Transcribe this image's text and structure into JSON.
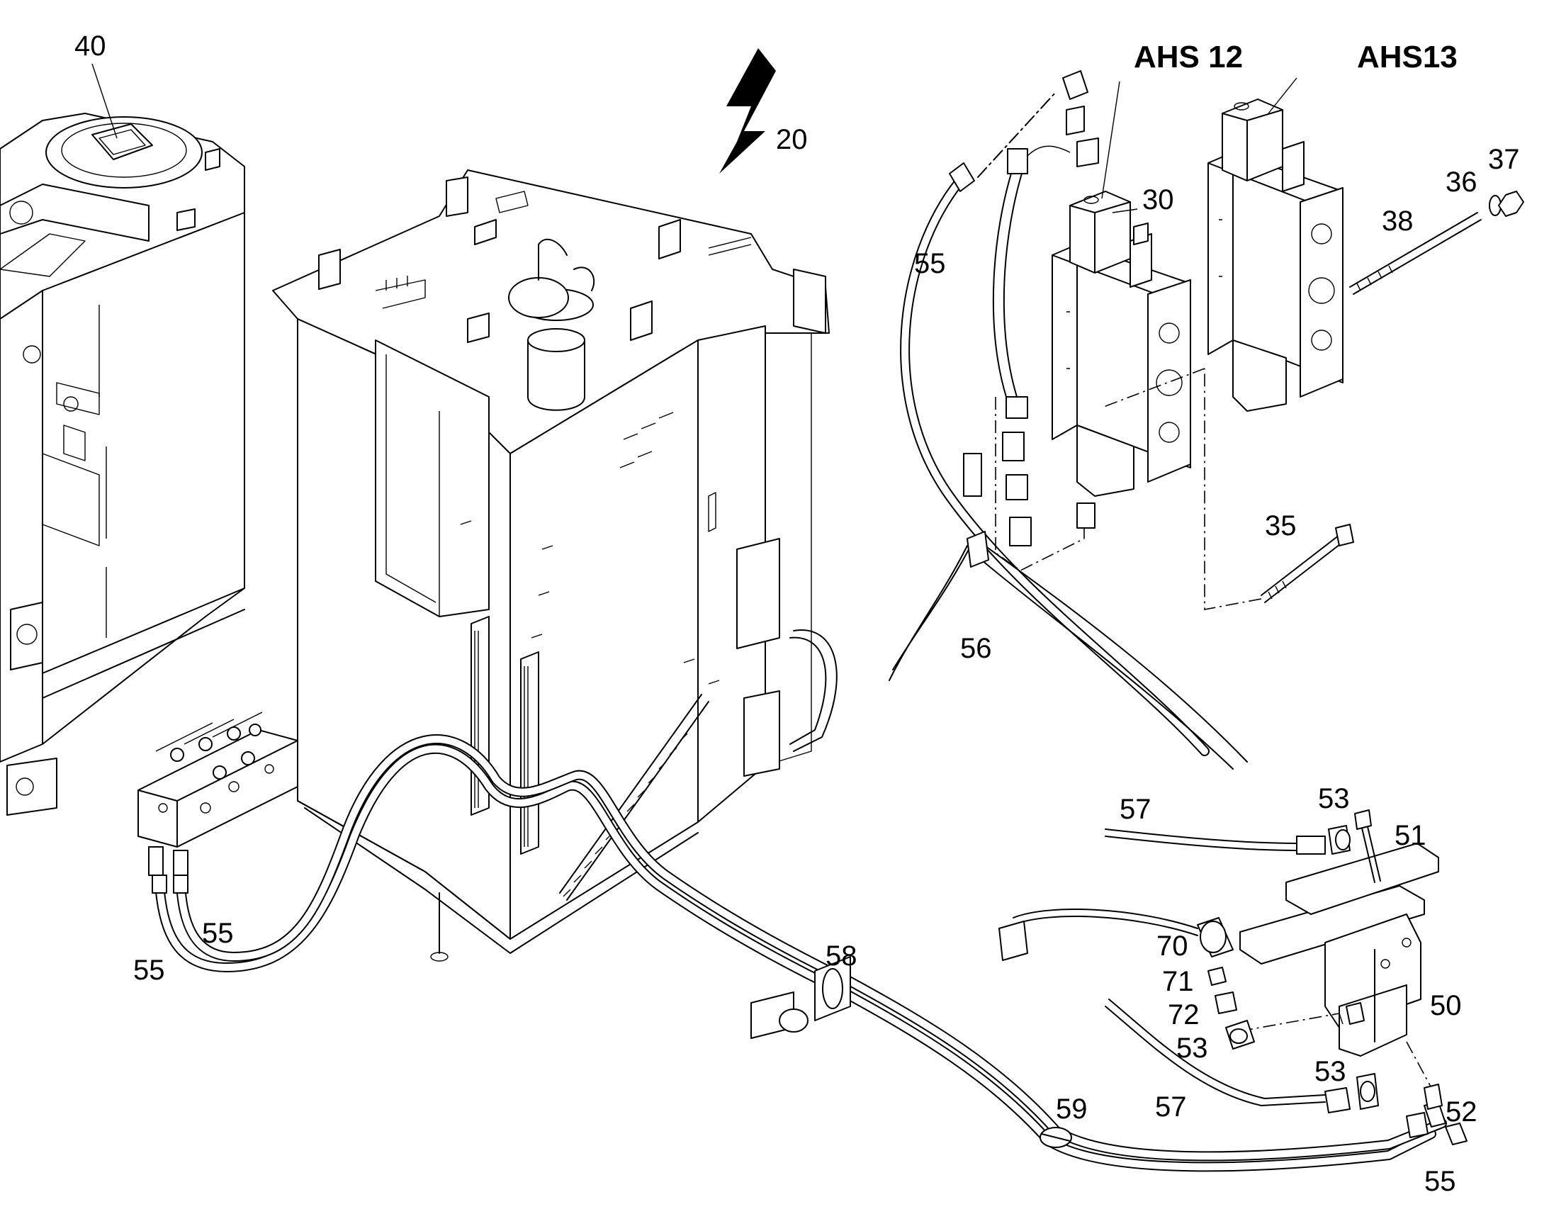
{
  "diagram": {
    "callouts": {
      "c40": "40",
      "c20": "20",
      "c55a": "55",
      "c55b": "55",
      "c55c": "55",
      "c55d": "55",
      "c56": "56",
      "c57a": "57",
      "c57b": "57",
      "c58": "58",
      "c59": "59",
      "c30": "30",
      "c35": "35",
      "c36": "36",
      "c37": "37",
      "c38": "38",
      "c50": "50",
      "c51": "51",
      "c52": "52",
      "c53a": "53",
      "c53b": "53",
      "c53c": "53",
      "c70": "70",
      "c71": "71",
      "c72": "72",
      "ahs12": "AHS 12",
      "ahs13": "AHS13"
    }
  }
}
